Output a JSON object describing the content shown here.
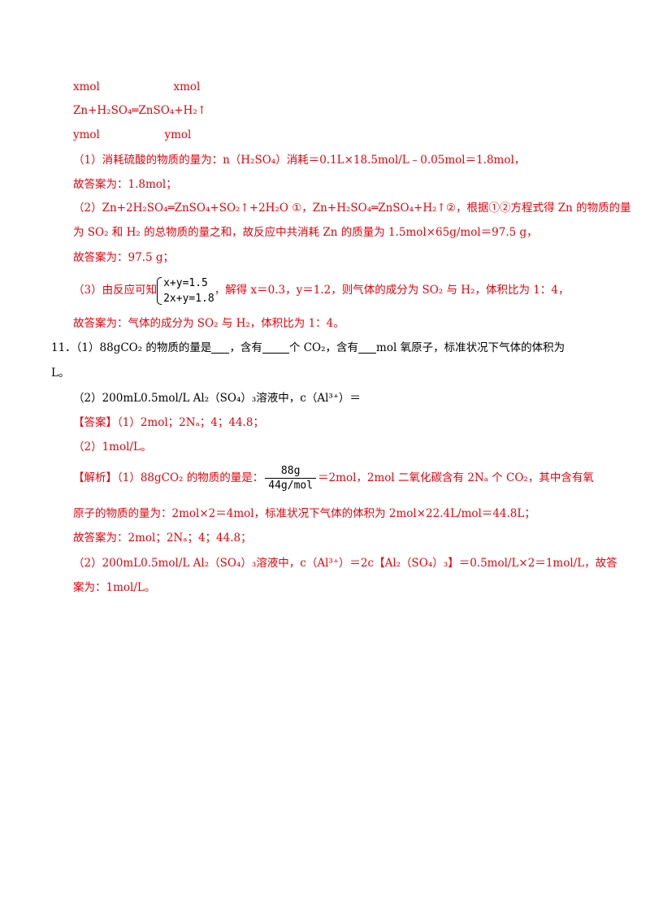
{
  "lines": {
    "xmol_row": {
      "a": "xmol",
      "b": "xmol"
    },
    "zn_row_eq": "Zn+H₂SO₄═ZnSO₄+H₂↑",
    "ymol_row": {
      "a": "ymol",
      "b": "ymol"
    },
    "p1": "（1）消耗硫酸的物质的量为：n（H₂SO₄）消耗＝0.1L×18.5mol/L﹣0.05mol＝1.8mol，",
    "p1_ans": "故答案为：1.8mol；",
    "p2": "（2）Zn+2H₂SO₄═ZnSO₄+SO₂↑+2H₂O ①，Zn+H₂SO₄═ZnSO₄+H₂↑②，根据①②方程式得 Zn 的物质的量",
    "p2_cont": "为 SO₂ 和 H₂ 的总物质的量之和，故反应中共消耗  Zn 的质量为 1.5mol×65g/mol＝97.5 g，",
    "p2_ans": "故答案为：97.5 g；",
    "p3_pre": "（3）由反应可知",
    "p3_eq1": "x+y=1.5",
    "p3_eq2": "2x+y=1.8",
    "p3_post": "，解得 x＝0.3，y＝1.2，则气体的成分为 SO₂ 与 H₂，体积比为 1：4，",
    "p3_ans": "故答案为：气体的成分为 SO₂ 与 H₂，体积比为 1：4。",
    "q11_a": "11．（1）88gCO₂ 的物质的量是",
    "q11_b": "，含有",
    "q11_c": "个 CO₂，含有",
    "q11_d": "mol  氧原子，标准状况下气体的体积为",
    "q11_e": "L。",
    "q11_2": "（2）200mL0.5mol/L Al₂（SO₄）₃溶液中，c（Al³⁺）＝",
    "ans_label": "【答案】",
    "ans_1": "（1）2mol；2Nₐ；4；44.8；",
    "ans_2": "（2）1mol/L。",
    "jx_label": "【解析】",
    "jx_1a": "（1）88gCO₂ 的物质的量是：",
    "jx_frac_num": "88g",
    "jx_frac_den": "44g/mol",
    "jx_1b": "＝2mol，2mol 二氧化碳含有 2Nₐ 个 CO₂，其中含有氧",
    "jx_1c": "原子的物质的量为：2mol×2＝4mol，标准状况下气体的体积为 2mol×22.4L/mol＝44.8L；",
    "jx_1_ans": "故答案为：2mol；2Nₐ；4；44.8；",
    "jx_2a": "（2）200mL0.5mol/L Al₂（SO₄）₃溶液中，c（Al³⁺）＝2c【Al₂（SO₄）₃】＝0.5mol/L×2＝1mol/L，故答",
    "jx_2b": "案为：1mol/L。"
  }
}
